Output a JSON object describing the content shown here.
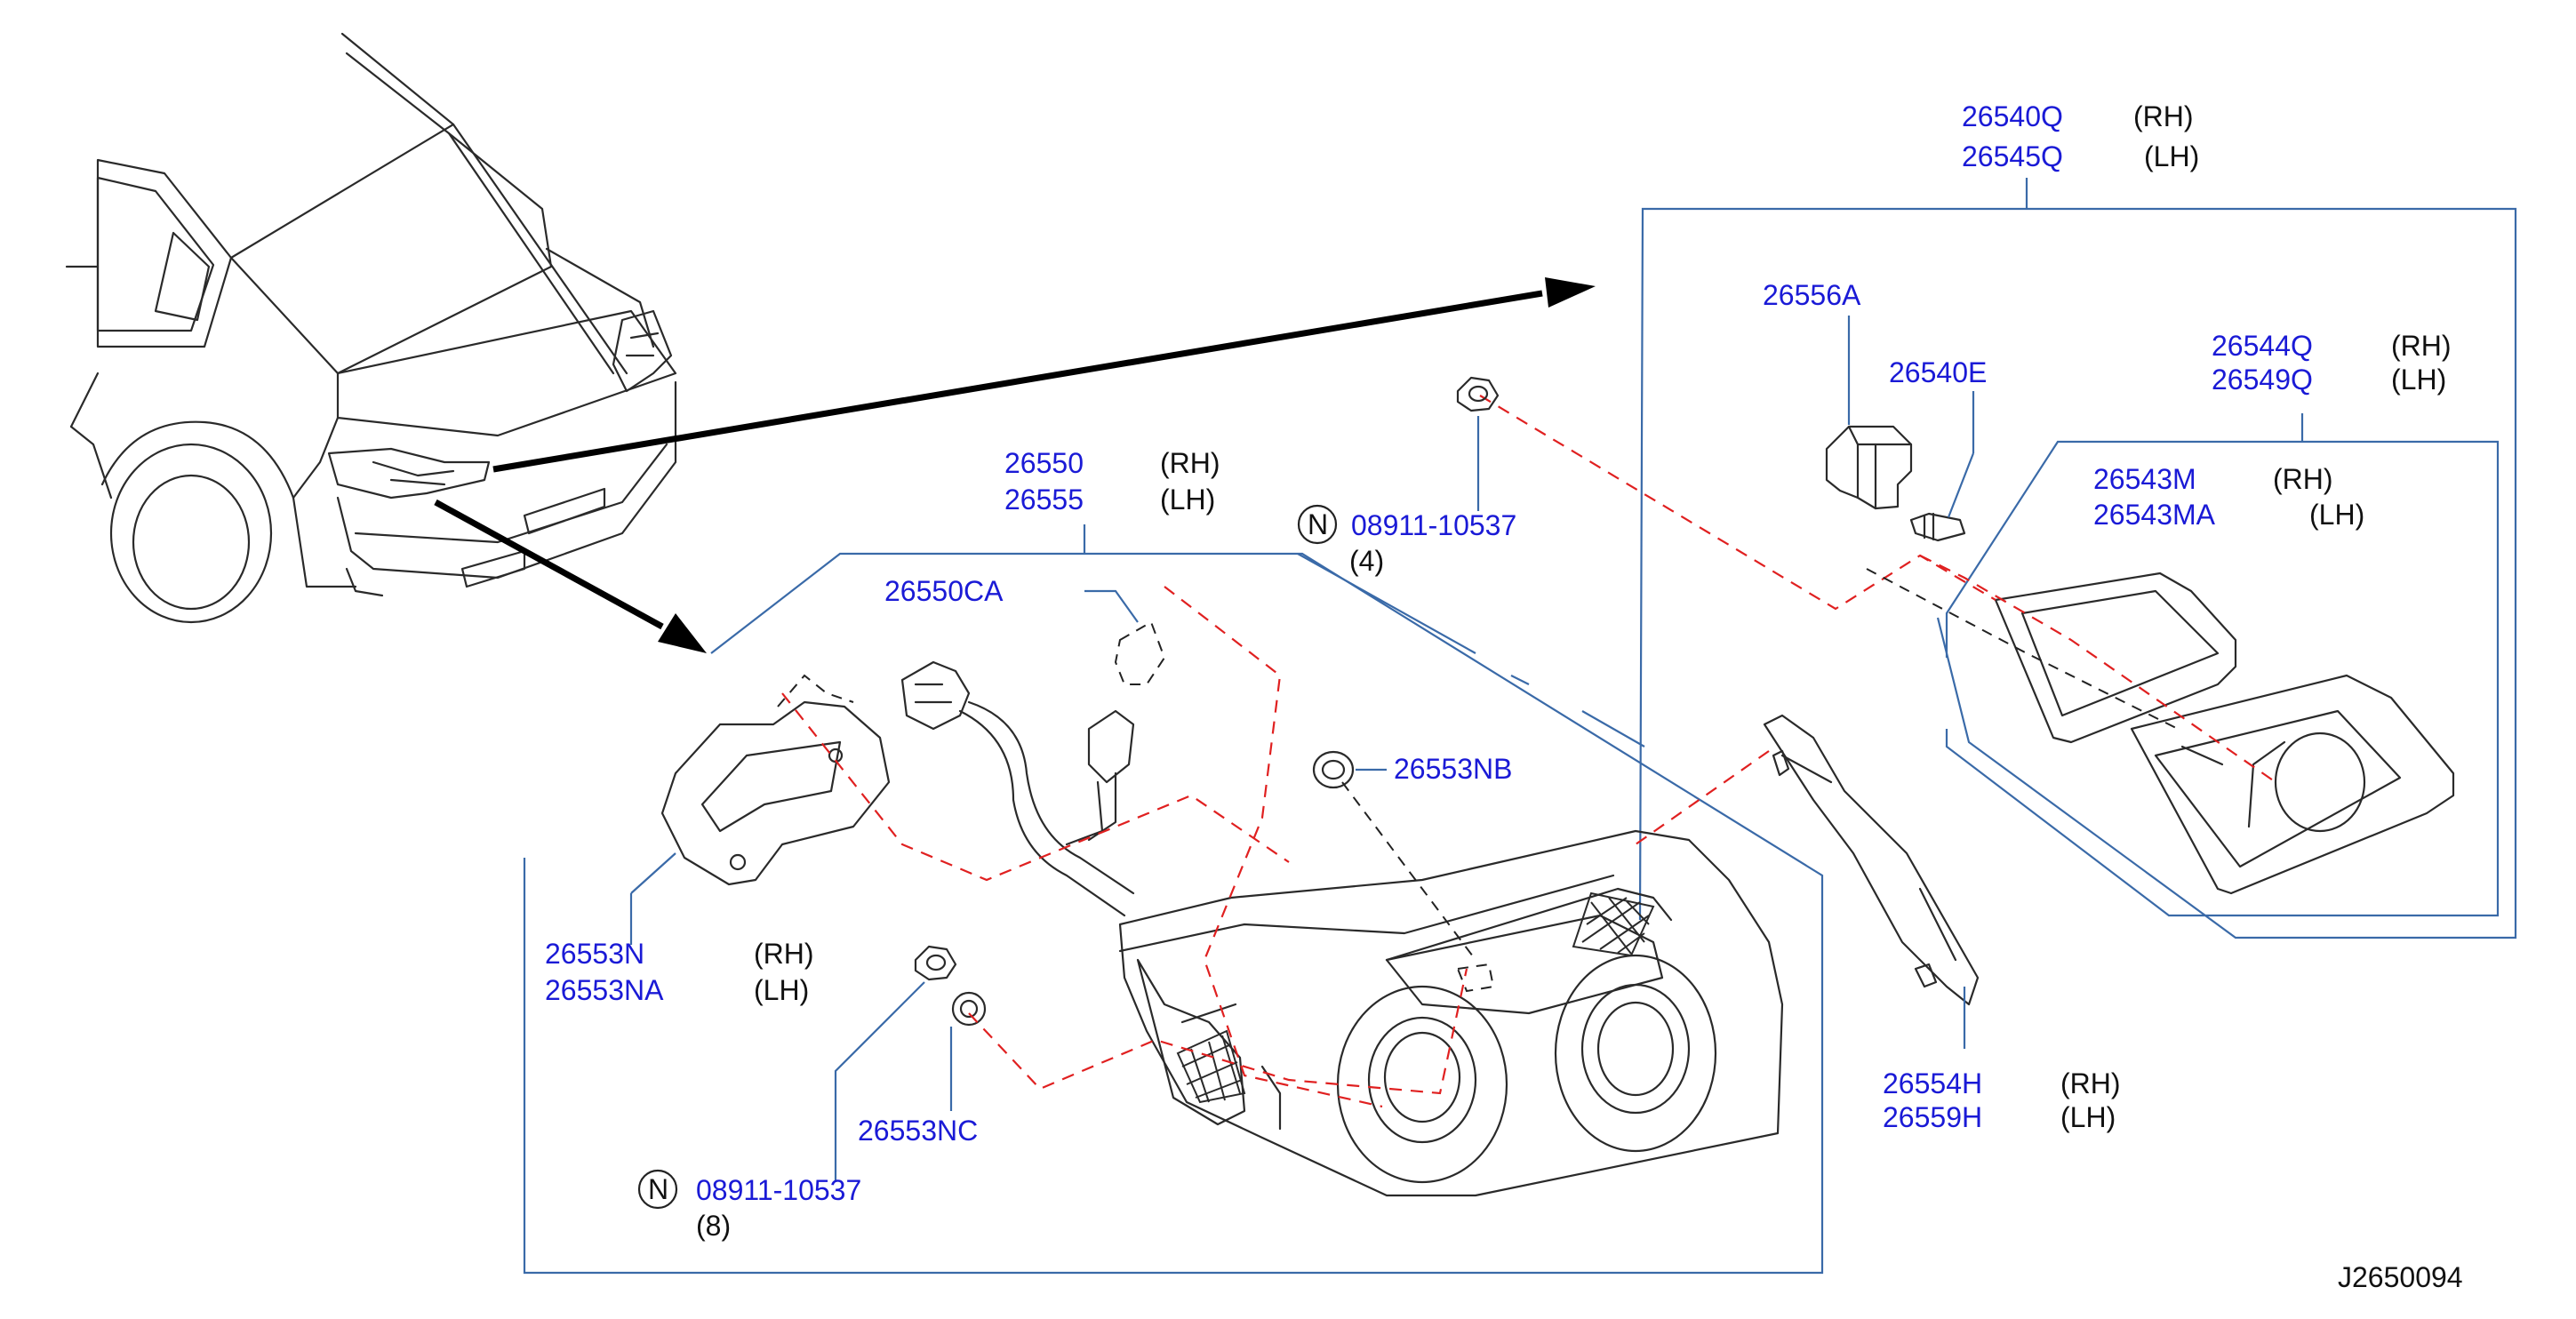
{
  "callouts": {
    "assy_rh": "26540Q",
    "assy_rh_side": "(RH)",
    "assy_lh": "26545Q",
    "assy_lh_side": "(LH)",
    "socket_a": "26556A",
    "bulb_e": "26540E",
    "inner_rh": "26544Q",
    "inner_rh_side": "(RH)",
    "inner_lh": "26549Q",
    "inner_lh_side": "(LH)",
    "lens_rh": "26543M",
    "lens_rh_side": "(RH)",
    "lens_lh": "26543MA",
    "lens_lh_side": "(LH)",
    "outer_rh": "26550",
    "outer_rh_side": "(RH)",
    "outer_lh": "26555",
    "outer_lh_side": "(LH)",
    "nut_top_n": "N",
    "nut_top": "08911-10537",
    "nut_top_qty": "(4)",
    "bulb_ca": "26550CA",
    "grommet_nb": "26553NB",
    "gasket_rh": "26553N",
    "gasket_rh_side": "(RH)",
    "gasket_lh": "26553NA",
    "gasket_lh_side": "(LH)",
    "grommet_nc": "26553NC",
    "nut_bot_n": "N",
    "nut_bot": "08911-10537",
    "nut_bot_qty": "(8)",
    "seal_rh": "26554H",
    "seal_rh_side": "(RH)",
    "seal_lh": "26559H",
    "seal_lh_side": "(LH)"
  },
  "figure_id": "J2650094",
  "colors": {
    "part_number": "#1a1ad6",
    "frame": "#3a6aa8",
    "dashed_leader": "#e02020",
    "line_art": "#2a2a2a"
  }
}
